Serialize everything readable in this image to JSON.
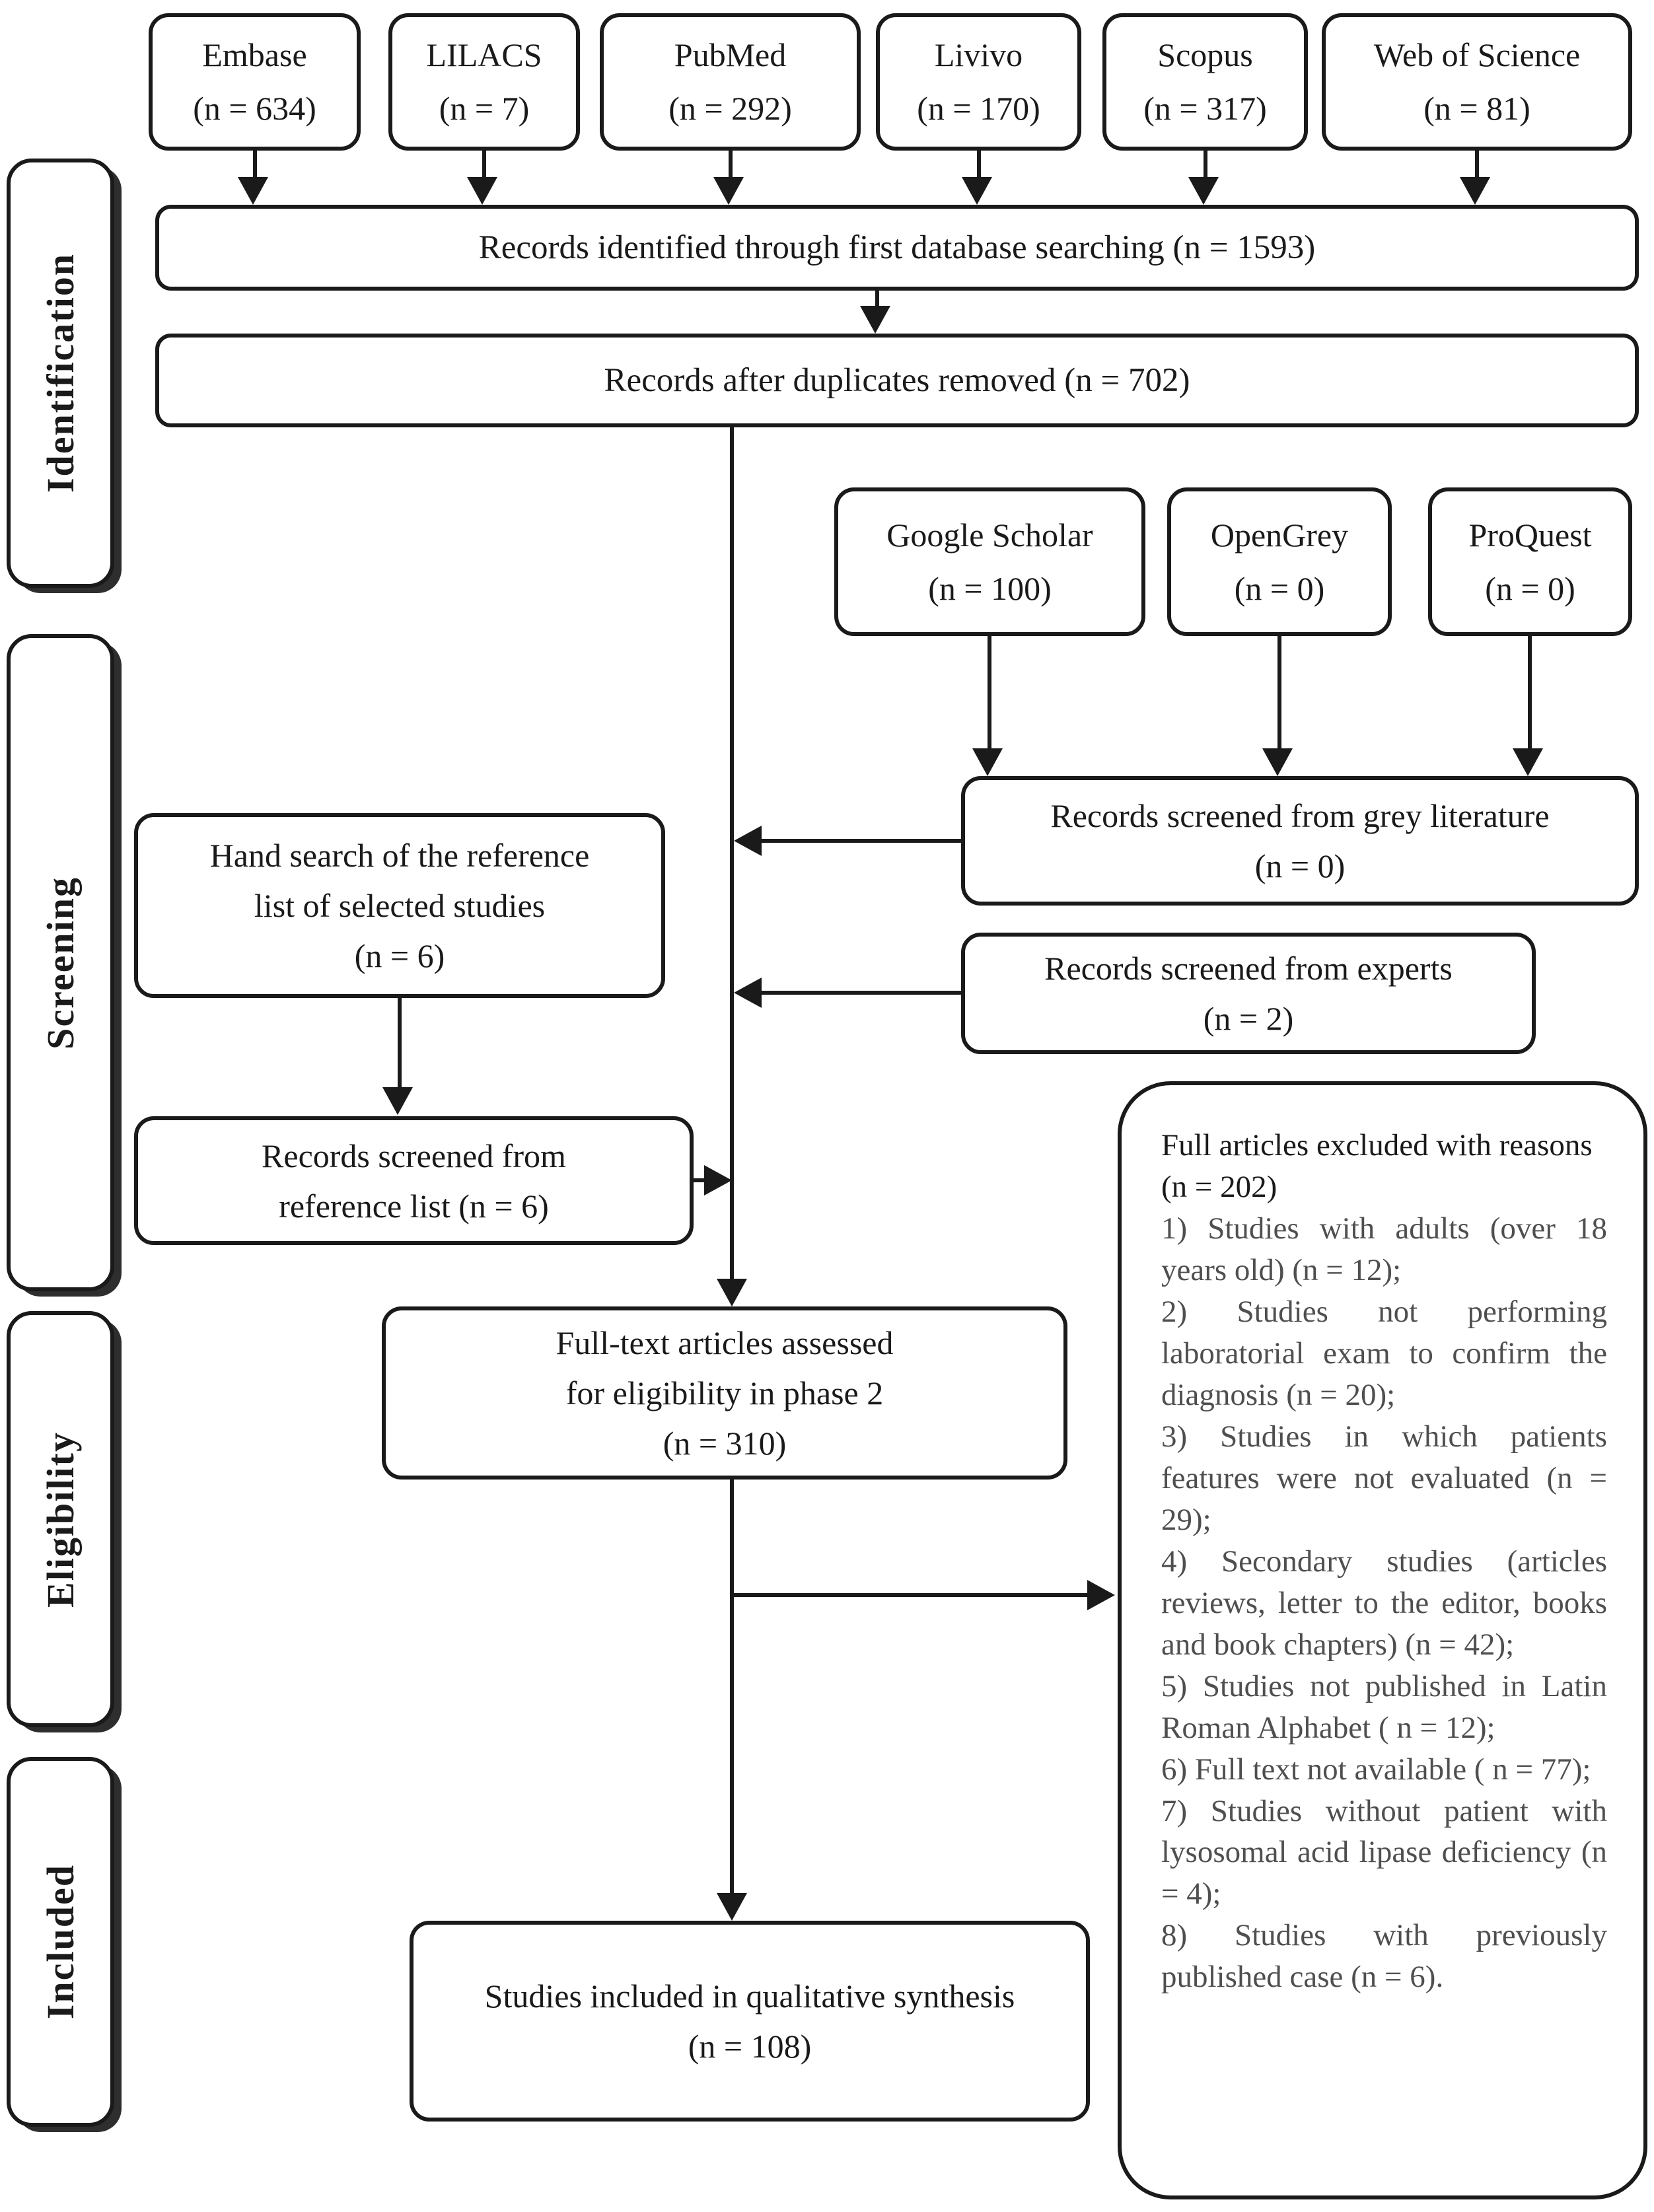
{
  "colors": {
    "ink": "#1a1a1a",
    "muted_text": "#4f4f4f",
    "background": "#ffffff"
  },
  "figure": {
    "phases": [
      "Identification",
      "Screening",
      "Eligibility",
      "Included"
    ],
    "sources": [
      {
        "name": "Embase",
        "count": "(n = 634)"
      },
      {
        "name": "LILACS",
        "count": "(n = 7)"
      },
      {
        "name": "PubMed",
        "count": "(n = 292)"
      },
      {
        "name": "Livivo",
        "count": "(n = 170)"
      },
      {
        "name": "Scopus",
        "count": "(n = 317)"
      },
      {
        "name": "Web of Science",
        "count": "(n = 81)"
      }
    ],
    "identified": "Records identified through first database searching (n = 1593)",
    "deduplicated": "Records after duplicates removed (n = 702)",
    "grey_sources": [
      {
        "name": "Google Scholar",
        "count": "(n = 100)"
      },
      {
        "name": "OpenGrey",
        "count": "(n = 0)"
      },
      {
        "name": "ProQuest",
        "count": "(n = 0)"
      }
    ],
    "grey_screened": {
      "line1": "Records screened from grey literature",
      "line2": "(n = 0)"
    },
    "hand_search": {
      "line1": "Hand search of the reference",
      "line2": "list of selected studies",
      "line3": "(n = 6)"
    },
    "experts": {
      "line1": "Records screened from experts",
      "line2": "(n = 2)"
    },
    "reference_list": {
      "line1": "Records screened from",
      "line2": "reference list (n = 6)"
    },
    "full_text": {
      "line1": "Full-text articles assessed",
      "line2": "for eligibility in phase 2",
      "line3": "(n = 310)"
    },
    "included_box": {
      "line1": "Studies included in qualitative synthesis",
      "line2": "(n = 108)"
    },
    "excluded": {
      "title": "Full articles excluded with reasons (n = 202)",
      "items": [
        "1) Studies with adults (over 18 years old) (n = 12);",
        "2) Studies not performing laboratorial exam to confirm the diagnosis (n = 20);",
        "3) Studies in which patients features were not evaluated (n = 29);",
        "4) Secondary studies (articles reviews, letter to the editor, books and book chapters) (n = 42);",
        "5) Studies not published in Latin Roman Alphabet ( n = 12);",
        "6) Full text not available ( n = 77);",
        "7) Studies without patient with lysosomal acid lipase deficiency (n = 4);",
        "8) Studies with previously published case (n = 6)."
      ]
    }
  }
}
